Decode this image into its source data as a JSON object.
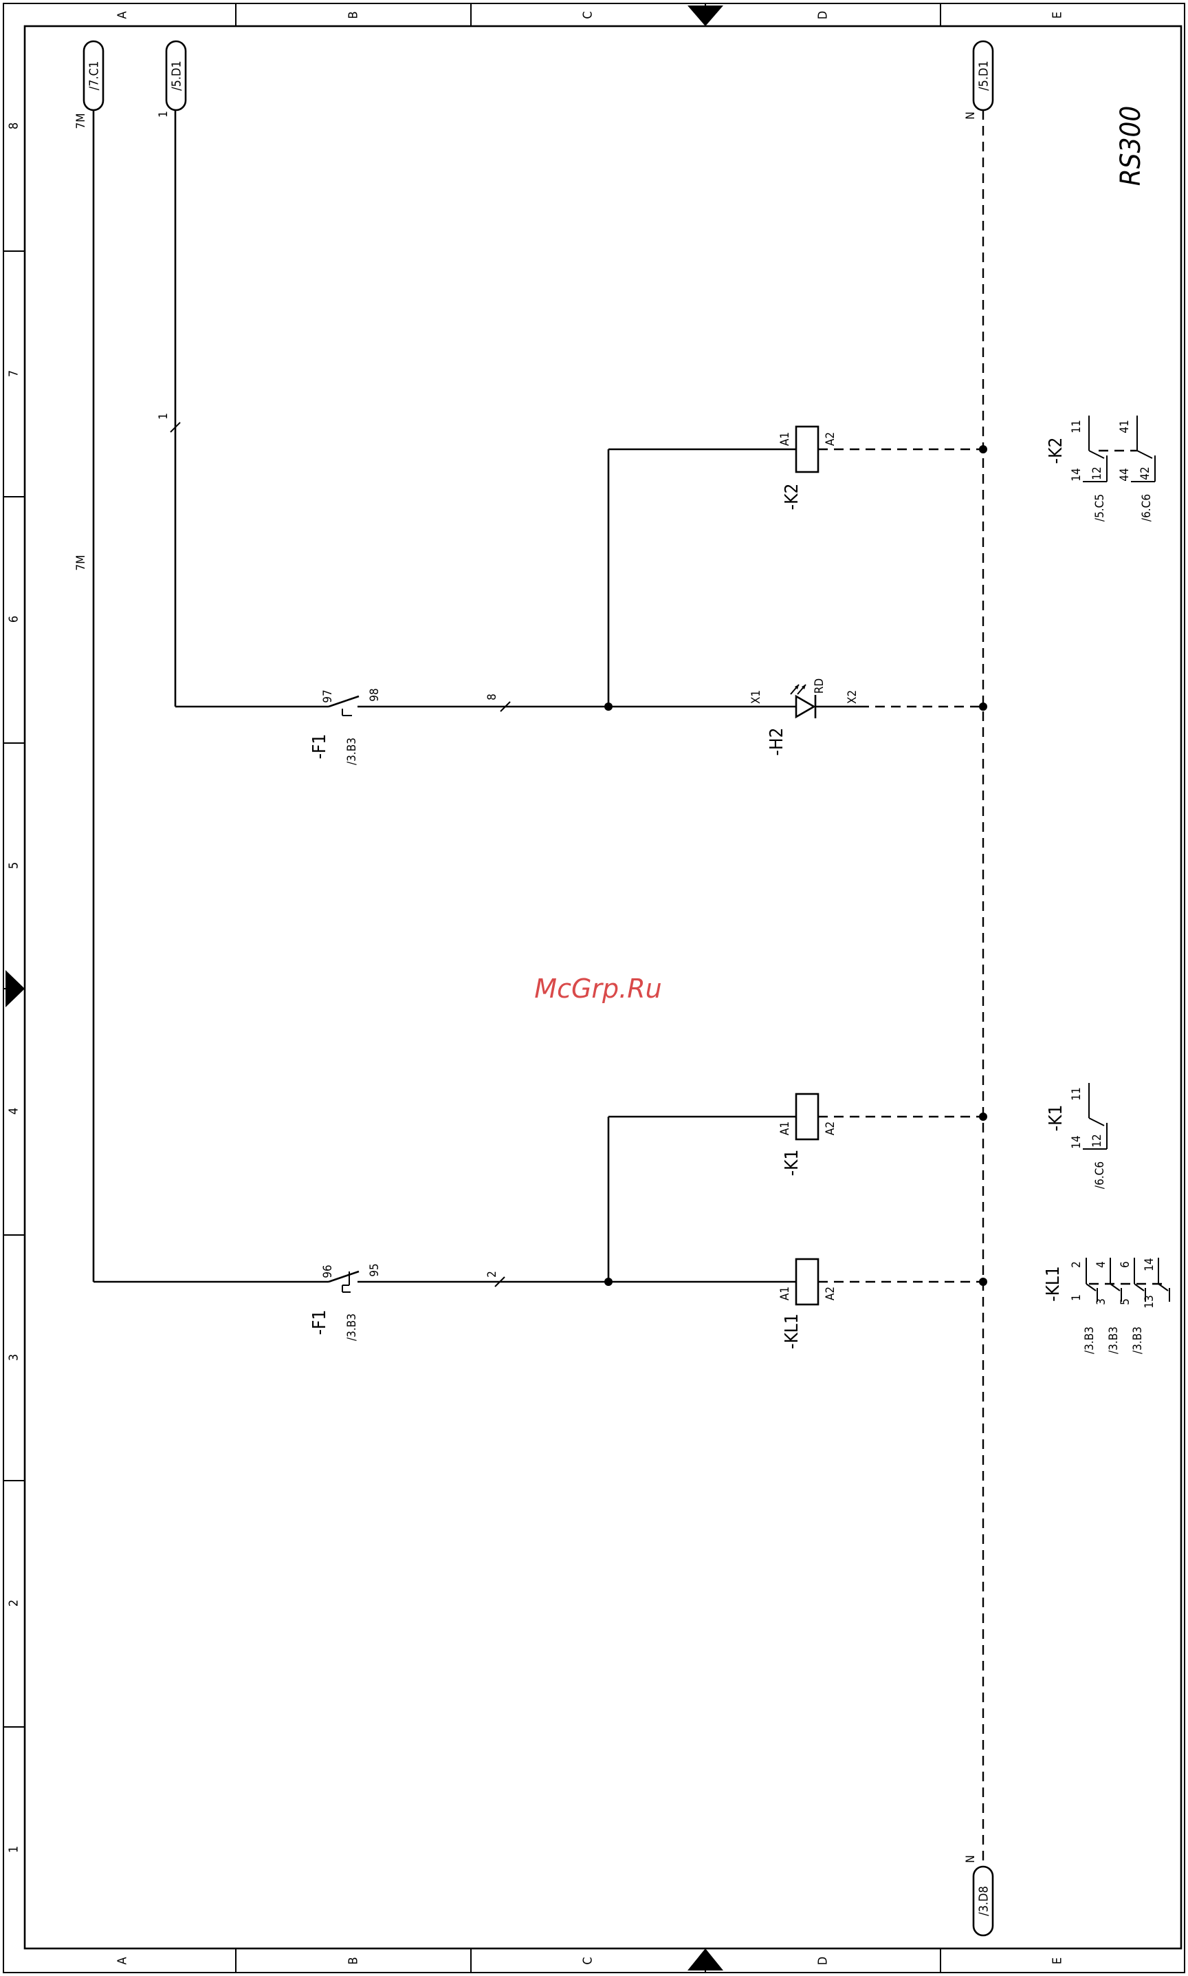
{
  "frame": {
    "column_labels": [
      "A",
      "B",
      "C",
      "D",
      "E"
    ],
    "row_labels": [
      "8",
      "7",
      "6",
      "5",
      "4",
      "3",
      "2",
      "1"
    ]
  },
  "title_block": {
    "text": "RS300"
  },
  "watermark": {
    "text": "McGrp.Ru"
  },
  "references": {
    "top_left": "/7.C1",
    "top_mid": "/5.D1",
    "top_right": "/5.D1",
    "bottom_right": "/3.D8"
  },
  "wires": {
    "w7m_top": "7M",
    "w7m_mid": "7M",
    "w1_top": "1",
    "w1_mid": "1",
    "w8": "8",
    "w2": "2",
    "n_top": "N",
    "n_bottom": "N"
  },
  "components": {
    "f1_nc": {
      "name": "-F1",
      "ref": "/3.B3",
      "pin_a": "96",
      "pin_b": "95"
    },
    "f1_no": {
      "name": "-F1",
      "ref": "/3.B3",
      "pin_a": "97",
      "pin_b": "98"
    },
    "k2": {
      "name": "-K2",
      "a1": "A1",
      "a2": "A2"
    },
    "h2": {
      "name": "-H2",
      "x1": "X1",
      "x2": "X2",
      "color": "RD"
    },
    "k1": {
      "name": "-K1",
      "a1": "A1",
      "a2": "A2"
    },
    "kl1": {
      "name": "-KL1",
      "a1": "A1",
      "a2": "A2"
    }
  },
  "contact_refs": {
    "k2": {
      "name": "-K2",
      "c1_top": "11",
      "c1_bot": "14",
      "c1_mid": "12",
      "c1_ref": "/5.C5",
      "c2_top": "41",
      "c2_bot": "44",
      "c2_mid": "42",
      "c2_ref": "/6.C6"
    },
    "k1": {
      "name": "-K1",
      "c1_top": "11",
      "c1_bot": "14",
      "c1_mid": "12",
      "c1_ref": "/6.C6"
    },
    "kl1": {
      "name": "-KL1",
      "p1": "1",
      "p2": "2",
      "p3": "3",
      "p4": "4",
      "p5": "5",
      "p6": "6",
      "p13": "13",
      "p14": "14",
      "ref1": "/3.B3",
      "ref2": "/3.B3",
      "ref3": "/3.B3"
    }
  }
}
